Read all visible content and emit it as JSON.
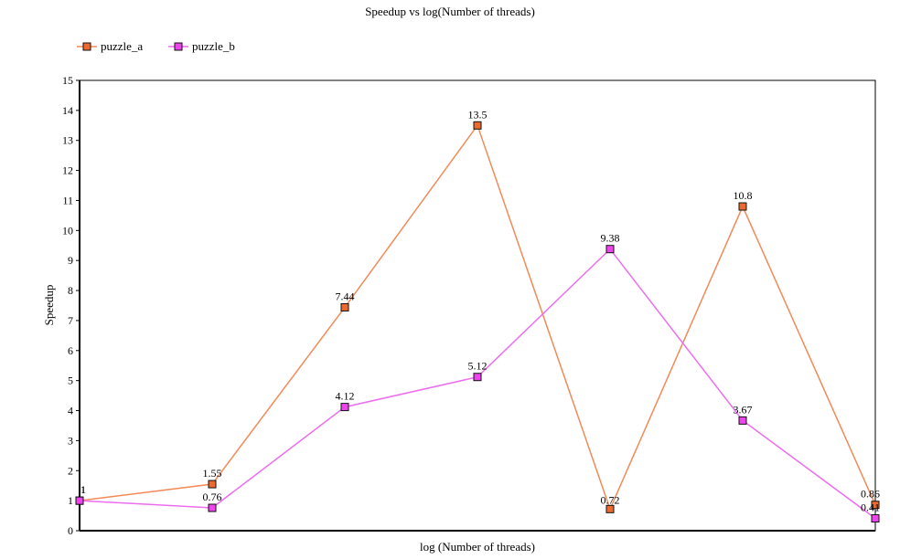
{
  "chart_data": {
    "type": "line",
    "title": "Speedup vs log(Number of threads)",
    "xlabel": "log (Number of threads)",
    "ylabel": "Speedup",
    "ylim": [
      0,
      15
    ],
    "y_ticks": [
      "0",
      "1",
      "2",
      "3",
      "4",
      "5",
      "6",
      "7",
      "8",
      "9",
      "10",
      "11",
      "12",
      "13",
      "14",
      "15"
    ],
    "x": [
      0,
      1,
      2,
      3,
      4,
      5,
      6
    ],
    "grid": false,
    "legend_placement": "top-left",
    "series": [
      {
        "name": "puzzle_a",
        "color": "#f28a57",
        "marker_color": "#ec6a2f",
        "values": [
          1,
          1.55,
          7.44,
          13.5,
          0.72,
          10.8,
          0.86
        ],
        "labels": [
          "1",
          "1.55",
          "7.44",
          "13.5",
          "0.72",
          "10.8",
          "0.86"
        ]
      },
      {
        "name": "puzzle_b",
        "color": "#ee6cee",
        "marker_color": "#ee44ee",
        "values": [
          1,
          0.76,
          4.12,
          5.12,
          9.38,
          3.67,
          0.41
        ],
        "labels": [
          "1",
          "0.76",
          "4.12",
          "5.12",
          "9.38",
          "3.67",
          "0.41"
        ]
      }
    ]
  }
}
